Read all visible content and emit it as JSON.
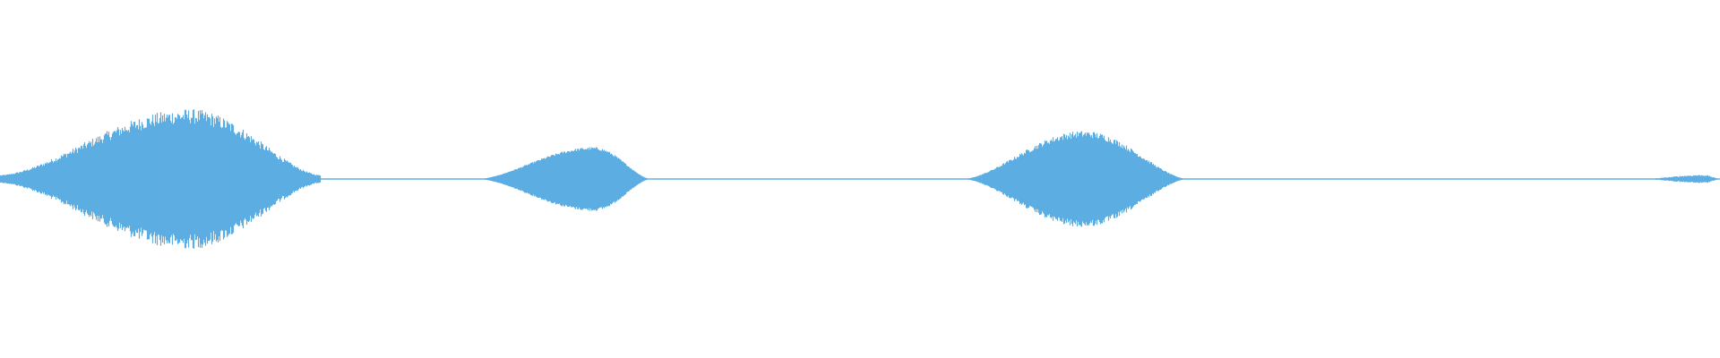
{
  "waveform": {
    "color": "#5dade2",
    "background": "#ffffff",
    "segments": [
      {
        "name": "burst-1",
        "start": 0.0,
        "end": 0.186,
        "peak": 0.35,
        "peak_at": 0.11,
        "noise": 0.12,
        "floor": 0.02
      },
      {
        "name": "burst-2",
        "start": 0.278,
        "end": 0.378,
        "peak": 0.17,
        "peak_at": 0.345,
        "noise": 0.05,
        "floor": 0.0
      },
      {
        "name": "burst-3",
        "start": 0.56,
        "end": 0.69,
        "peak": 0.25,
        "peak_at": 0.63,
        "noise": 0.08,
        "floor": 0.0
      },
      {
        "name": "burst-4",
        "start": 0.955,
        "end": 1.0,
        "peak": 0.02,
        "peak_at": 0.99,
        "noise": 0.2,
        "floor": 0.0
      }
    ],
    "baseline_amplitude": 0.003
  }
}
